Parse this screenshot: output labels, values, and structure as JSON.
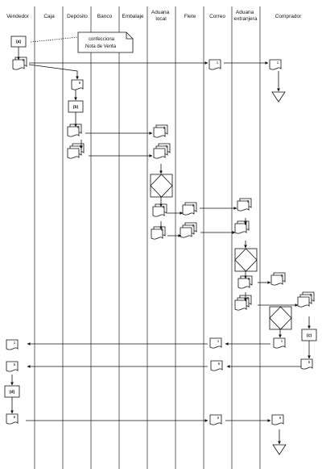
{
  "lanes": [
    {
      "id": "vendedor",
      "label": [
        "Vendedor"
      ]
    },
    {
      "id": "caja",
      "label": [
        "Caja"
      ]
    },
    {
      "id": "deposito",
      "label": [
        "Depósito"
      ]
    },
    {
      "id": "banco",
      "label": [
        "Banco"
      ]
    },
    {
      "id": "embalaje",
      "label": [
        "Embalaje"
      ]
    },
    {
      "id": "aduana-local",
      "label": [
        "Aduana",
        "local"
      ]
    },
    {
      "id": "flete",
      "label": [
        "Flete"
      ]
    },
    {
      "id": "correo",
      "label": [
        "Correo"
      ]
    },
    {
      "id": "aduana-extranjera",
      "label": [
        "Aduana",
        "extranjera"
      ]
    },
    {
      "id": "comprador",
      "label": [
        "Comprador"
      ]
    }
  ],
  "annotation": {
    "lines": [
      "confecciona",
      "Nota de Venta"
    ]
  },
  "processes": [
    {
      "id": "a",
      "label": "(a)"
    },
    {
      "id": "b",
      "label": "(b)"
    },
    {
      "id": "c",
      "label": "(c)"
    },
    {
      "id": "d",
      "label": "(d)"
    }
  ],
  "doc_marks": {
    "one": "1",
    "six": "6"
  }
}
